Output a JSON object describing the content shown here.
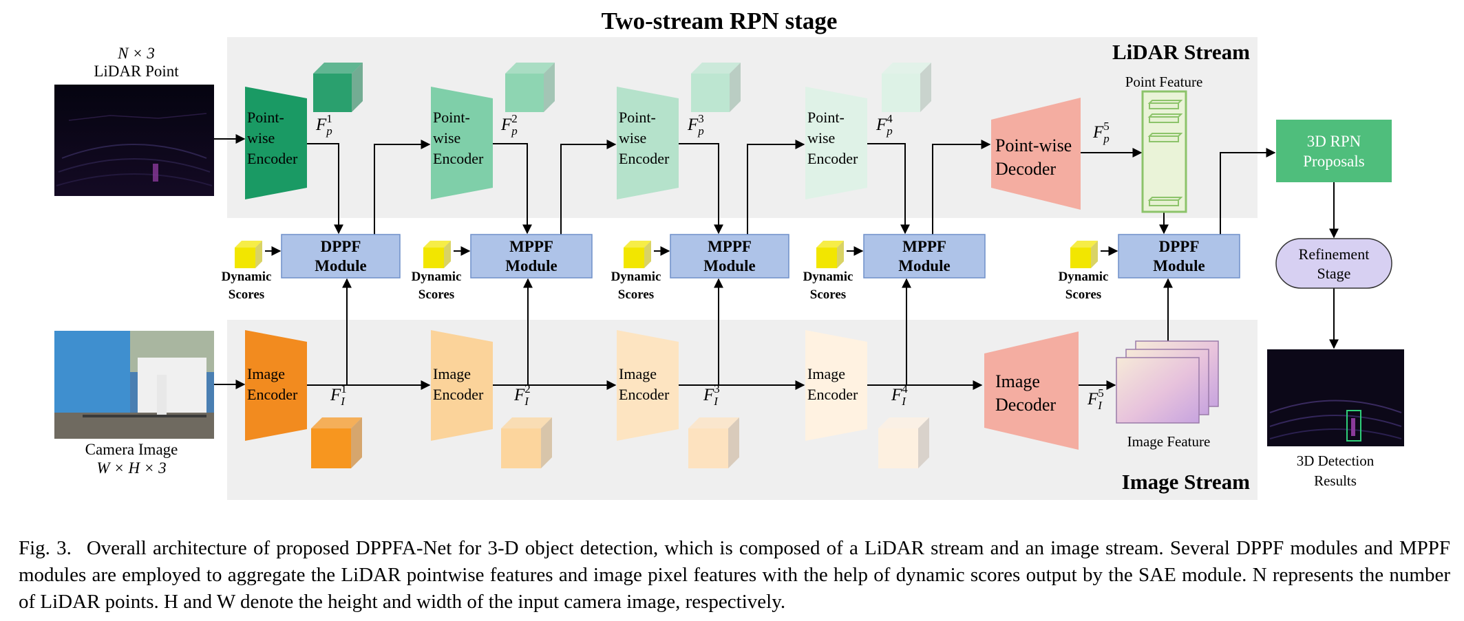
{
  "title": "Two-stream RPN stage",
  "streams": {
    "lidar": "LiDAR Stream",
    "image": "Image Stream"
  },
  "inputs": {
    "lidar": {
      "line1": "N × 3",
      "line2": "LiDAR Point"
    },
    "camera": {
      "line1": "Camera Image",
      "line2": "W × H × 3"
    }
  },
  "point_encoders": [
    {
      "lines": [
        "Point-",
        "wise",
        "Encoder"
      ],
      "feature": "F_p^1",
      "color": "#1a9a64",
      "cube": "#2aa06e"
    },
    {
      "lines": [
        "Point-",
        "wise",
        "Encoder"
      ],
      "feature": "F_p^2",
      "color": "#7fcfa9",
      "cube": "#8ed5b2"
    },
    {
      "lines": [
        "Point-",
        "wise",
        "Encoder"
      ],
      "feature": "F_p^3",
      "color": "#b5e2cb",
      "cube": "#bde6d1"
    },
    {
      "lines": [
        "Point-",
        "wise",
        "Encoder"
      ],
      "feature": "F_p^4",
      "color": "#dff2e7",
      "cube": "#ddf2e6"
    }
  ],
  "point_decoder": {
    "lines": [
      "Point-wise",
      "Decoder"
    ],
    "feature": "F_p^5",
    "color": "#f4ada1"
  },
  "point_feature_label": "Point Feature",
  "image_encoders": [
    {
      "lines": [
        "Image",
        "Encoder"
      ],
      "feature": "F_I^1",
      "color": "#f28b1f",
      "cube": "#f7961f"
    },
    {
      "lines": [
        "Image",
        "Encoder"
      ],
      "feature": "F_I^2",
      "color": "#fbd39a",
      "cube": "#fcd59d"
    },
    {
      "lines": [
        "Image",
        "Encoder"
      ],
      "feature": "F_I^3",
      "color": "#fde4c1",
      "cube": "#fde2bf"
    },
    {
      "lines": [
        "Image",
        "Encoder"
      ],
      "feature": "F_I^4",
      "color": "#fff2e1",
      "cube": "#fdf0e0"
    }
  ],
  "image_decoder": {
    "lines": [
      "Image",
      "Decoder"
    ],
    "feature": "F_I^5",
    "color": "#f4ada1"
  },
  "image_feature_label": "Image Feature",
  "fusion_modules": [
    {
      "lines": [
        "DPPF",
        "Module"
      ]
    },
    {
      "lines": [
        "MPPF",
        "Module"
      ]
    },
    {
      "lines": [
        "MPPF",
        "Module"
      ]
    },
    {
      "lines": [
        "MPPF",
        "Module"
      ]
    },
    {
      "lines": [
        "DPPF",
        "Module"
      ]
    }
  ],
  "dynamic_scores": [
    "Dynamic",
    "Scores"
  ],
  "rpn": {
    "lines": [
      "3D RPN",
      "Proposals"
    ]
  },
  "refinement": {
    "lines": [
      "Refinement",
      "Stage"
    ]
  },
  "results": {
    "lines": [
      "3D Detection",
      "Results"
    ]
  },
  "colors": {
    "stream_bg": "#efefef",
    "module_fill": "#aec3e8",
    "module_stroke": "#6f8fc9",
    "rpn_fill": "#4fbe7c",
    "refine_fill": "#d7d0f2",
    "dyn_cube": "#f2e600"
  },
  "caption": {
    "figno": "Fig. 3.",
    "text": "Overall architecture of proposed DPPFA-Net for 3-D object detection, which is composed of a LiDAR stream and an image stream. Several DPPF modules and MPPF modules are employed to aggregate the LiDAR pointwise features and image pixel features with the help of dynamic scores output by the SAE module. N represents the number of LiDAR points. H and W denote the height and width of the input camera image, respectively."
  }
}
